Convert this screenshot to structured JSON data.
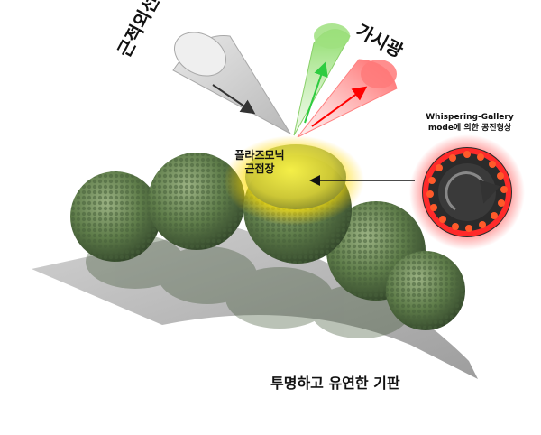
{
  "labels": {
    "near_infrared": "근적외선",
    "visible_light": "가시광",
    "plasmonic_line1": "플라즈모닉",
    "plasmonic_line2": "근접장",
    "wgm_line1": "Whispering-Gallery",
    "wgm_line2": "mode에 의한 공진형상",
    "substrate": "투명하고 유연한 기판"
  },
  "colors": {
    "nir_cone": "#cfcfcf",
    "green_beam": "#7ed957",
    "red_beam": "#ff4d4d",
    "sphere_green": "#5f7d4a",
    "plasmonic_glow": "#ffe600",
    "wgm_ring": "#ff2a2a",
    "substrate": "#a9a9a9"
  }
}
